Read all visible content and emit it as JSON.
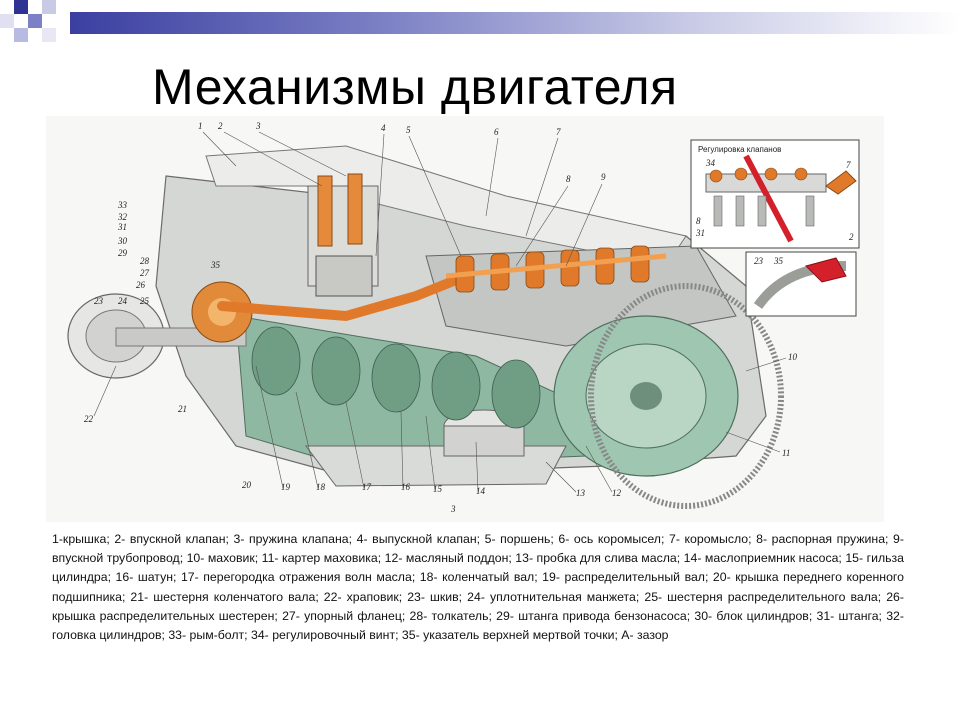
{
  "slide": {
    "title": "Механизмы двигателя",
    "caption": "1-крышка; 2- впускной клапан; 3- пружина клапана; 4- выпускной клапан; 5- поршень; 6- ось коромысел; 7- коромысло; 8- распорная пружина; 9- впускной трубопровод; 10- маховик; 11- картер маховика; 12- масляный поддон; 13- пробка для слива масла; 14- маслоприемник насоса; 15- гильза цилиндра; 16- шатун; 17- перегородка отражения волн масла; 18- коленчатый вал; 19- распределительный вал; 20- крышка переднего коренного подшипника; 21- шестерня коленчатого вала; 22- храповик; 23- шкив; 24- уплотнительная манжета; 25- шестерня распределительного вала; 26- крышка распределительных шестерен; 27- упорный фланец; 28- толкатель; 29- штанга привода бензонасоса; 30- блок цилиндров; 31- штанга; 32- головка цилиндров; 33- рым-болт; 34- регулировочный винт; 35- указатель верхней мертвой точки; А- зазор"
  },
  "figure": {
    "inset_title": "Регулировка клапанов",
    "callouts": [
      "1",
      "2",
      "3",
      "4",
      "5",
      "6",
      "7",
      "8",
      "9",
      "10",
      "11",
      "12",
      "13",
      "14",
      "15",
      "16",
      "17",
      "18",
      "19",
      "20",
      "21",
      "22",
      "23",
      "24",
      "25",
      "26",
      "27",
      "28",
      "29",
      "30",
      "31",
      "32",
      "33",
      "35"
    ],
    "inset_callouts": [
      "34",
      "7",
      "8",
      "31",
      "2"
    ],
    "inset2_callouts": [
      "23",
      "35"
    ],
    "bottom_marker": "3"
  },
  "colors": {
    "band_dark": "#3b3fa0",
    "band_light": "#c9cbe6",
    "engine_orange": "#e07a2a",
    "engine_green": "#7fae95",
    "engine_gray": "#c7c9c6",
    "inset_red": "#d3202a"
  }
}
